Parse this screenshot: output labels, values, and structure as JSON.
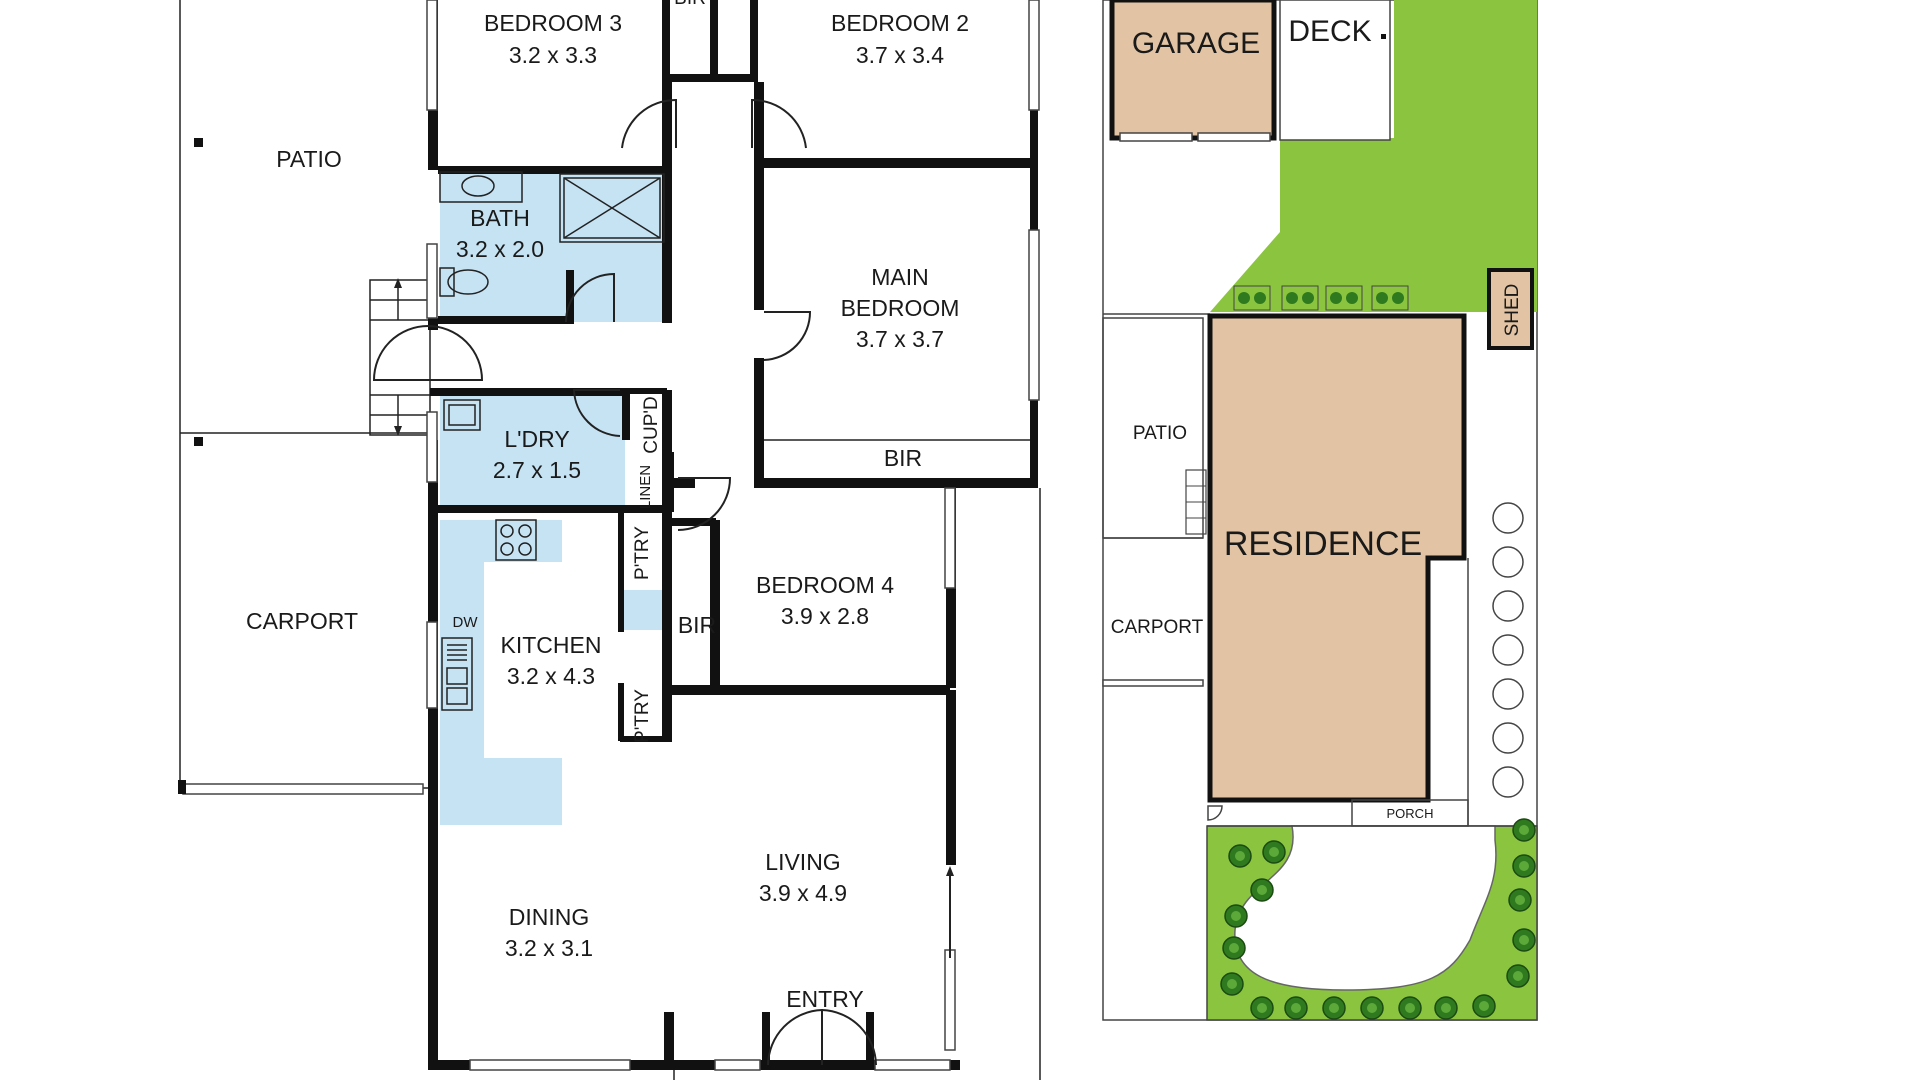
{
  "floor_plan": {
    "rooms": [
      {
        "id": "bedroom3",
        "name": "BEDROOM 3",
        "size": "3.2 x 3.3"
      },
      {
        "id": "bedroom2",
        "name": "BEDROOM 2",
        "size": "3.7 x 3.4"
      },
      {
        "id": "bath",
        "name": "BATH",
        "size": "3.2 x 2.0"
      },
      {
        "id": "main_bedroom_line1",
        "name": "MAIN"
      },
      {
        "id": "main_bedroom_line2",
        "name": "BEDROOM",
        "size": "3.7 x 3.7"
      },
      {
        "id": "laundry",
        "name": "L'DRY",
        "size": "2.7 x 1.5"
      },
      {
        "id": "bedroom4",
        "name": "BEDROOM 4",
        "size": "3.9 x 2.8"
      },
      {
        "id": "kitchen",
        "name": "KITCHEN",
        "size": "3.2 x 4.3"
      },
      {
        "id": "living",
        "name": "LIVING",
        "size": "3.9 x 4.9"
      },
      {
        "id": "dining",
        "name": "DINING",
        "size": "3.2 x 3.1"
      }
    ],
    "labels": {
      "patio": "PATIO",
      "carport": "CARPORT",
      "entry": "ENTRY",
      "bir": "BIR",
      "bir_top": "BIR",
      "cupd": "CUP'D",
      "linen": "LINEN",
      "ptry": "P'TRY",
      "dw": "DW"
    }
  },
  "site_plan": {
    "garage": "GARAGE",
    "deck": "DECK",
    "shed": "SHED",
    "residence": "RESIDENCE",
    "patio": "PATIO",
    "carport": "CARPORT",
    "porch": "PORCH"
  },
  "colors": {
    "wet_area": "#c6e3f4",
    "garden": "#8bc53f",
    "building": "#e2c4a4",
    "tree_dark": "#2f7a1f",
    "wall": "#111111"
  }
}
